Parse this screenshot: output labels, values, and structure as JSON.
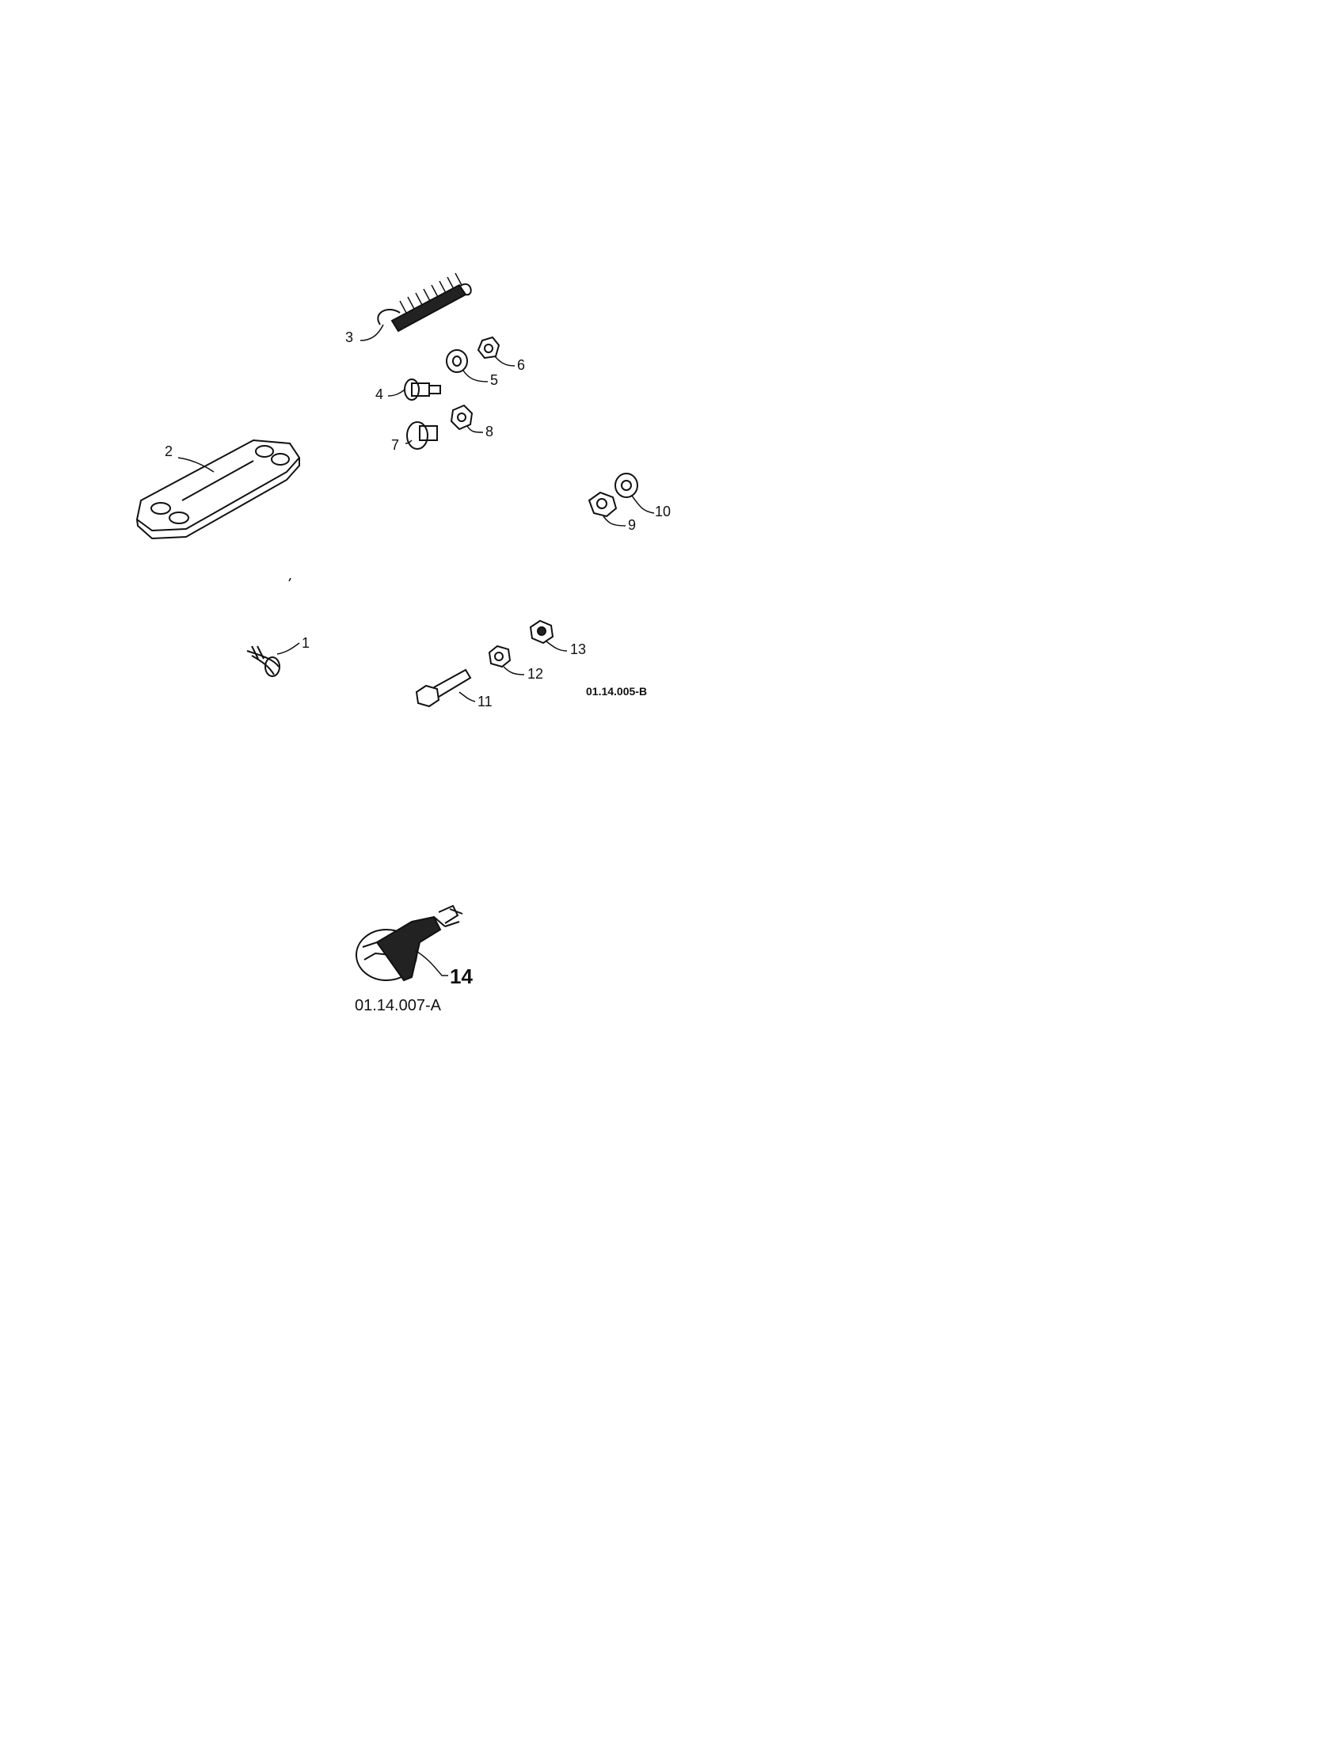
{
  "callouts": {
    "c1": "1",
    "c2": "2",
    "c3": "3",
    "c4": "4",
    "c5": "5",
    "c6": "6",
    "c7": "7",
    "c8": "8",
    "c9": "9",
    "c10": "10",
    "c11": "11",
    "c12": "12",
    "c13": "13",
    "c14": "14"
  },
  "figure_codes": {
    "hardware": "01.14.005-B",
    "knob": "01.14.007-A"
  }
}
